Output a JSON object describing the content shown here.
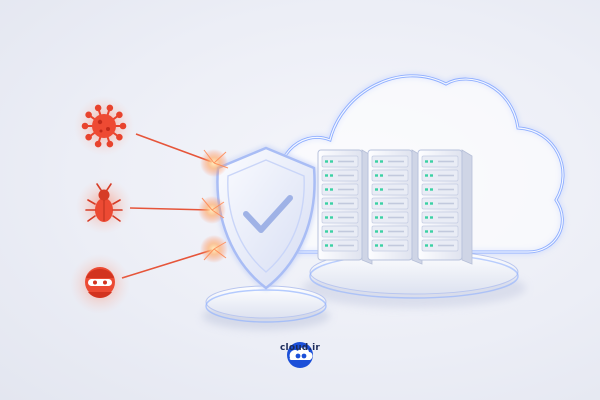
{
  "brand": {
    "name": "cloud.ir",
    "logo_icon": "cloud-logo-icon",
    "color": "#1b4fd8"
  },
  "scene": {
    "threats": [
      {
        "name": "virus",
        "icon": "virus-icon"
      },
      {
        "name": "bug",
        "icon": "bug-icon"
      },
      {
        "name": "hacker",
        "icon": "hacker-icon"
      }
    ],
    "shield_icon": "shield-check-icon",
    "cloud_icon": "cloud-outline-icon",
    "server_count": 3,
    "server_slots": 7,
    "colors": {
      "threat": "#f0452f",
      "cloud_glow": "#7fa2ff",
      "server_led": "#3ad1a3",
      "shield": "#dfe5f8"
    }
  }
}
